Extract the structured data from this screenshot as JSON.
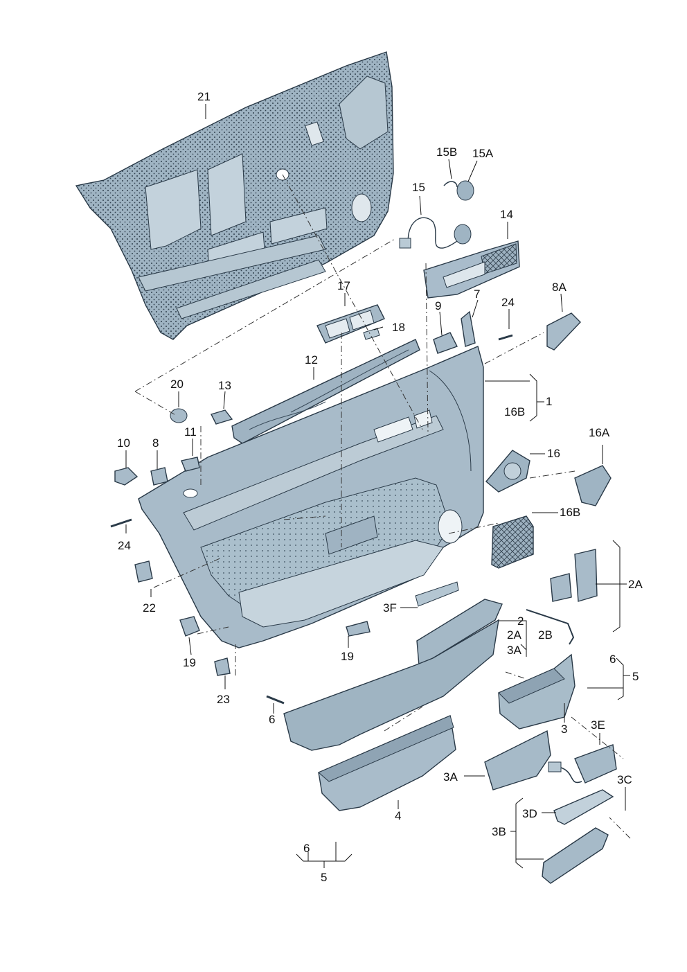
{
  "diagram": {
    "callouts": {
      "c21": "21",
      "c15B": "15B",
      "c15A": "15A",
      "c15": "15",
      "c14": "14",
      "c17": "17",
      "c18": "18",
      "c9": "9",
      "c7": "7",
      "c24a": "24",
      "c8A": "8A",
      "c12": "12",
      "c20": "20",
      "c13": "13",
      "c1": "1",
      "c16B_top": "16B",
      "c10": "10",
      "c8": "8",
      "c11": "11",
      "c16": "16",
      "c16A": "16A",
      "c24b": "24",
      "c16B_mid": "16B",
      "c2A_right": "2A",
      "c22": "22",
      "c3F": "3F",
      "c2": "2",
      "c2A": "2A",
      "c2B": "2B",
      "c3A_br": "3A",
      "c19a": "19",
      "c19b": "19",
      "c23": "23",
      "c6_right": "6",
      "c5_right": "5",
      "c6_left": "6",
      "c3": "3",
      "c3E": "3E",
      "c3A": "3A",
      "c4": "4",
      "c3C": "3C",
      "c3D": "3D",
      "c3B": "3B",
      "c6_bottom": "6",
      "c5_bottom": "5"
    }
  }
}
